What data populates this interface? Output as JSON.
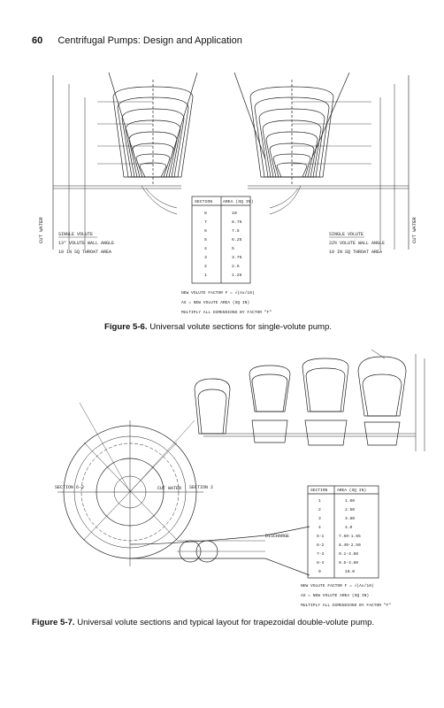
{
  "header": {
    "page_number": "60",
    "title": "Centrifugal Pumps: Design and Application"
  },
  "figure6": {
    "left_notes": [
      "SINGLE VOLUTE",
      "13° VOLUTE WALL ANGLE",
      "10 IN SQ THROAT AREA"
    ],
    "right_notes": [
      "SINGLE VOLUTE",
      "22½ VOLUTE WALL ANGLE",
      "10 IN SQ THROAT AREA"
    ],
    "table_headers": [
      "SECTION",
      "AREA (SQ IN)"
    ],
    "table_rows": [
      [
        "8",
        "10"
      ],
      [
        "7",
        "8.75"
      ],
      [
        "6",
        "7.5"
      ],
      [
        "5",
        "6.25"
      ],
      [
        "4",
        "5"
      ],
      [
        "3",
        "3.75"
      ],
      [
        "2",
        "2.5"
      ],
      [
        "1",
        "1.25"
      ]
    ],
    "formula_lines": [
      "NEW VOLUTE FACTOR F = √(Ax/10)",
      "AX = NEW VOLUTE AREA (SQ IN)",
      "MULTIPLY ALL DIMENSIONS BY FACTOR \"F\""
    ],
    "side_label_left": "CUT WATER",
    "side_label_right": "CUT WATER",
    "caption_label": "Figure 5-6.",
    "caption_text": "Universal volute sections for single-volute pump."
  },
  "figure7": {
    "table_headers": [
      "SECTION",
      "AREA (SQ IN)"
    ],
    "table_rows": [
      [
        "1",
        "1.60"
      ],
      [
        "2",
        "2.50"
      ],
      [
        "3",
        "3.80"
      ],
      [
        "4",
        "4.0"
      ],
      [
        "5-1",
        "7.50-1.65"
      ],
      [
        "6-2",
        "8.40-2.50"
      ],
      [
        "7-3",
        "9.1-3.60"
      ],
      [
        "8-4",
        "9.5-3.60"
      ],
      [
        "9",
        "10.0"
      ]
    ],
    "formula_lines": [
      "NEW VOLUTE FACTOR F = √(Ax/10)",
      "AX = NEW VOLUTE AREA (SQ IN)",
      "MULTIPLY ALL DIMENSIONS BY FACTOR \"F\""
    ],
    "labels": {
      "discharge": "DISCHARGE",
      "cut_water": "CUT WATER",
      "section_6_2": "SECTION 6-2",
      "section_2": "SECTION 2"
    },
    "caption_label": "Figure 5-7.",
    "caption_text": "Universal volute sections and typical layout for trapezoidal double-volute pump."
  }
}
